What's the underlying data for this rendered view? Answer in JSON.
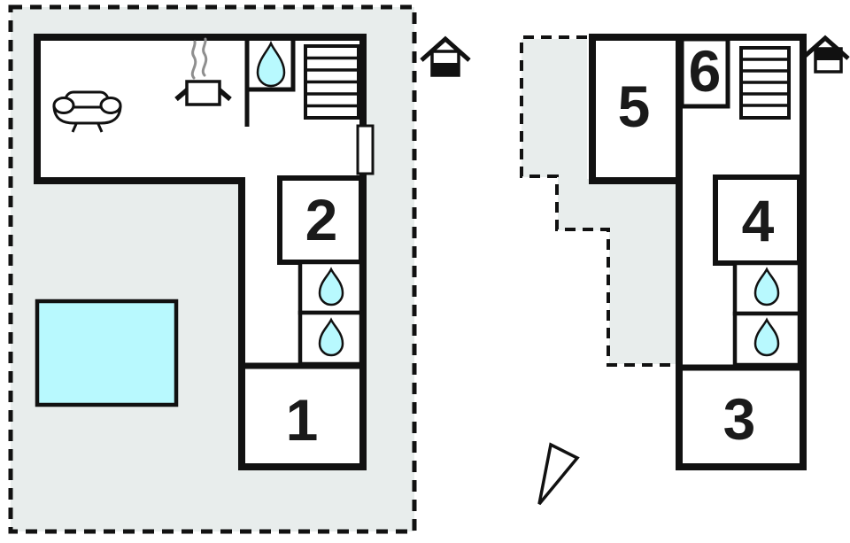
{
  "title": "two-level-floor-plan",
  "colors": {
    "background": "#ffffff",
    "plot_fill": "#e8edec",
    "water_fill": "#b8f9fe",
    "wall": "#111111",
    "steam": "#8f8f8f",
    "text": "#1a1a1a"
  },
  "rooms": {
    "r1": "1",
    "r2": "2",
    "r3": "3",
    "r4": "4",
    "r5": "5",
    "r6": "6"
  },
  "plans": {
    "ground": {
      "name": "ground-floor",
      "room_labels": [
        "1",
        "2"
      ],
      "features": [
        "sofa-icon",
        "cooking-pot-icon",
        "water-drop-icon",
        "staircase",
        "entrance-door",
        "swimming-pool",
        "dashed-plot-boundary"
      ]
    },
    "upper": {
      "name": "upper-floor",
      "room_labels": [
        "3",
        "4",
        "5",
        "6"
      ],
      "features": [
        "water-drop-icon",
        "staircase",
        "dashed-ground-footprint-outline"
      ]
    }
  },
  "icons": {
    "ground_floor_indicator": "house-lower-level-icon",
    "upper_floor_indicator": "house-upper-level-icon",
    "compass": "north-arrow-icon",
    "bathroom": "water-drop-icon"
  }
}
